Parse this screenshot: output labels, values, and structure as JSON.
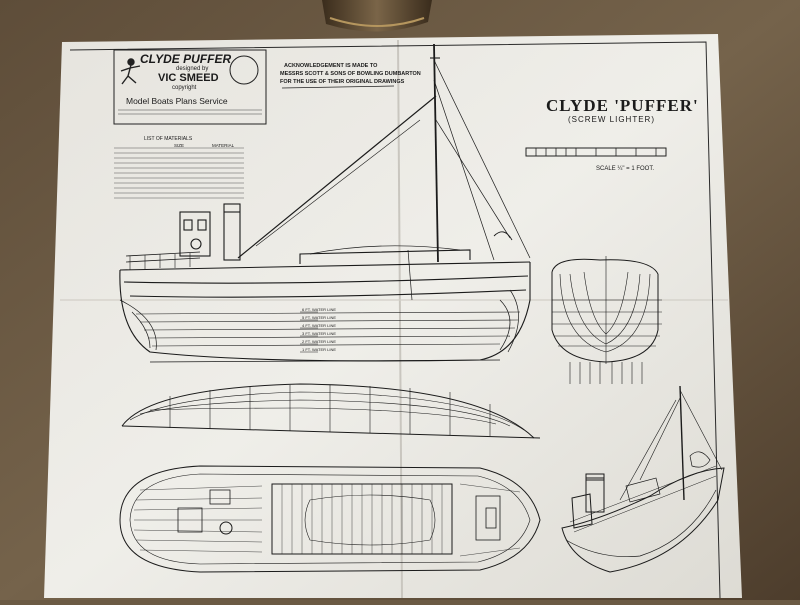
{
  "logo": {
    "title": "CLYDE PUFFER",
    "designed_by": "designed by",
    "designer": "VIC SMEED",
    "copyright": "copyright",
    "service": "Model Boats Plans Service"
  },
  "acknowledgement": {
    "line1": "ACKNOWLEDGEMENT IS MADE TO",
    "line2": "MESSRS SCOTT & SONS OF BOWLING DUMBARTON",
    "line3": "FOR THE USE OF THEIR ORIGINAL DRAWINGS"
  },
  "drawing_title": {
    "main": "CLYDE 'PUFFER'",
    "sub": "(SCREW LIGHTER)",
    "scale": "SCALE ¼\" = 1 FOOT."
  },
  "materials": {
    "heading": "LIST OF MATERIALS",
    "col_size": "SIZE",
    "col_material": "MATERIAL"
  },
  "waterlines": [
    "6 FT. WATER LINE",
    "5 FT. WATER LINE",
    "4 FT. WATER LINE",
    "3 FT. WATER LINE",
    "2 FT. WATER LINE",
    "1 FT. WATER LINE"
  ],
  "colors": {
    "background": "#6b5a44",
    "paper": "#eceae4",
    "ink": "#1b1b1b"
  }
}
